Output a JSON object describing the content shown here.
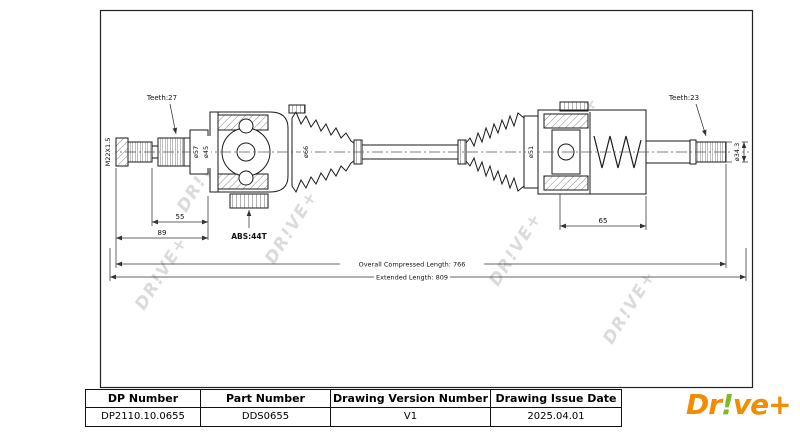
{
  "colors": {
    "brand_orange": "#F28C00",
    "brand_green": "#7FB928",
    "line": "#1a1a1a",
    "watermark": "#dbdbdb"
  },
  "drawing": {
    "watermark": "DR!VE+",
    "labels": {
      "teeth_left": "Teeth:27",
      "teeth_right": "Teeth:23",
      "thread": "M22X1.5",
      "dia_left_outer": "ø57",
      "dia_left_inner": "ø45",
      "dia_boot_left": "ø66",
      "dia_boot_right": "ø51",
      "dia_right_end": "ø34.3",
      "dim_55": "55",
      "dim_89": "89",
      "dim_65": "65",
      "abs_ring": "ABS:44T",
      "overall_length": "Overall Compressed Length: 766",
      "extended_length": "Extended Length: 809"
    }
  },
  "title_block": {
    "columns": [
      {
        "header": "DP Number",
        "value": "DP2110.10.0655"
      },
      {
        "header": "Part Number",
        "value": "DDS0655"
      },
      {
        "header": "Drawing Version Number",
        "value": "V1"
      },
      {
        "header": "Drawing Issue Date",
        "value": "2025.04.01"
      }
    ],
    "logo": {
      "pre": "Dr",
      "bang": "!",
      "post": "ve+"
    }
  }
}
